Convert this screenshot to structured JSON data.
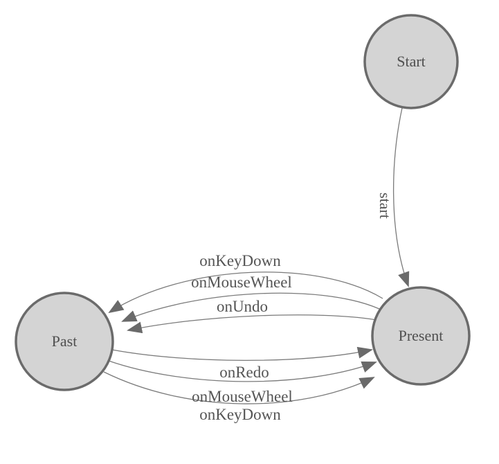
{
  "diagram": {
    "type": "state-machine",
    "background_color": "#ffffff",
    "node_fill_color": "#d4d4d4",
    "node_stroke_color": "#6b6b6b",
    "edge_line_color": "#7a7a7a",
    "arrowhead_color": "#6a6a6a",
    "label_color": "#4f4f4f",
    "nodes": [
      {
        "id": "start",
        "label": "Start"
      },
      {
        "id": "present",
        "label": "Present"
      },
      {
        "id": "past",
        "label": "Past"
      }
    ],
    "edges": [
      {
        "from": "start",
        "to": "present",
        "label": "start"
      },
      {
        "from": "present",
        "to": "past",
        "label": "onKeyDown"
      },
      {
        "from": "present",
        "to": "past",
        "label": "onMouseWheel"
      },
      {
        "from": "present",
        "to": "past",
        "label": "onUndo"
      },
      {
        "from": "past",
        "to": "present",
        "label": "onRedo"
      },
      {
        "from": "past",
        "to": "present",
        "label": "onMouseWheel"
      },
      {
        "from": "past",
        "to": "present",
        "label": "onKeyDown"
      }
    ]
  }
}
